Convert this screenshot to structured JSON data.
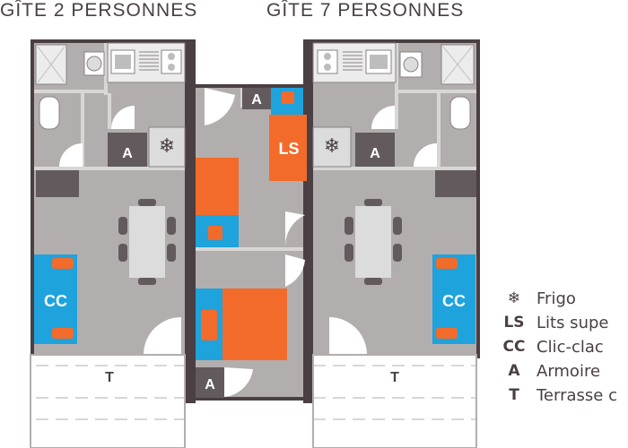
{
  "titles": {
    "left": "GÎTE 2 PERSONNES",
    "right": "GÎTE 7 PERSONNES"
  },
  "labels": {
    "cc": "CC",
    "ls": "LS",
    "a": "A",
    "t": "T"
  },
  "legend": [
    {
      "symbol": "snowflake-icon",
      "text": "Frigo"
    },
    {
      "symbol": "LS",
      "text": "Lits supe"
    },
    {
      "symbol": "CC",
      "text": "Clic-clac"
    },
    {
      "symbol": "A",
      "text": "Armoire"
    },
    {
      "symbol": "T",
      "text": "Terrasse c"
    }
  ],
  "colors": {
    "floor": "#b3aeae",
    "wall": "#4a3f42",
    "wall_light": "#d9d6d6",
    "sofa": "#1ea3dc",
    "bed": "#f26b2a",
    "furniture": "#dcdcdc",
    "dark_block": "#625a5c",
    "text": "#4a4042"
  }
}
